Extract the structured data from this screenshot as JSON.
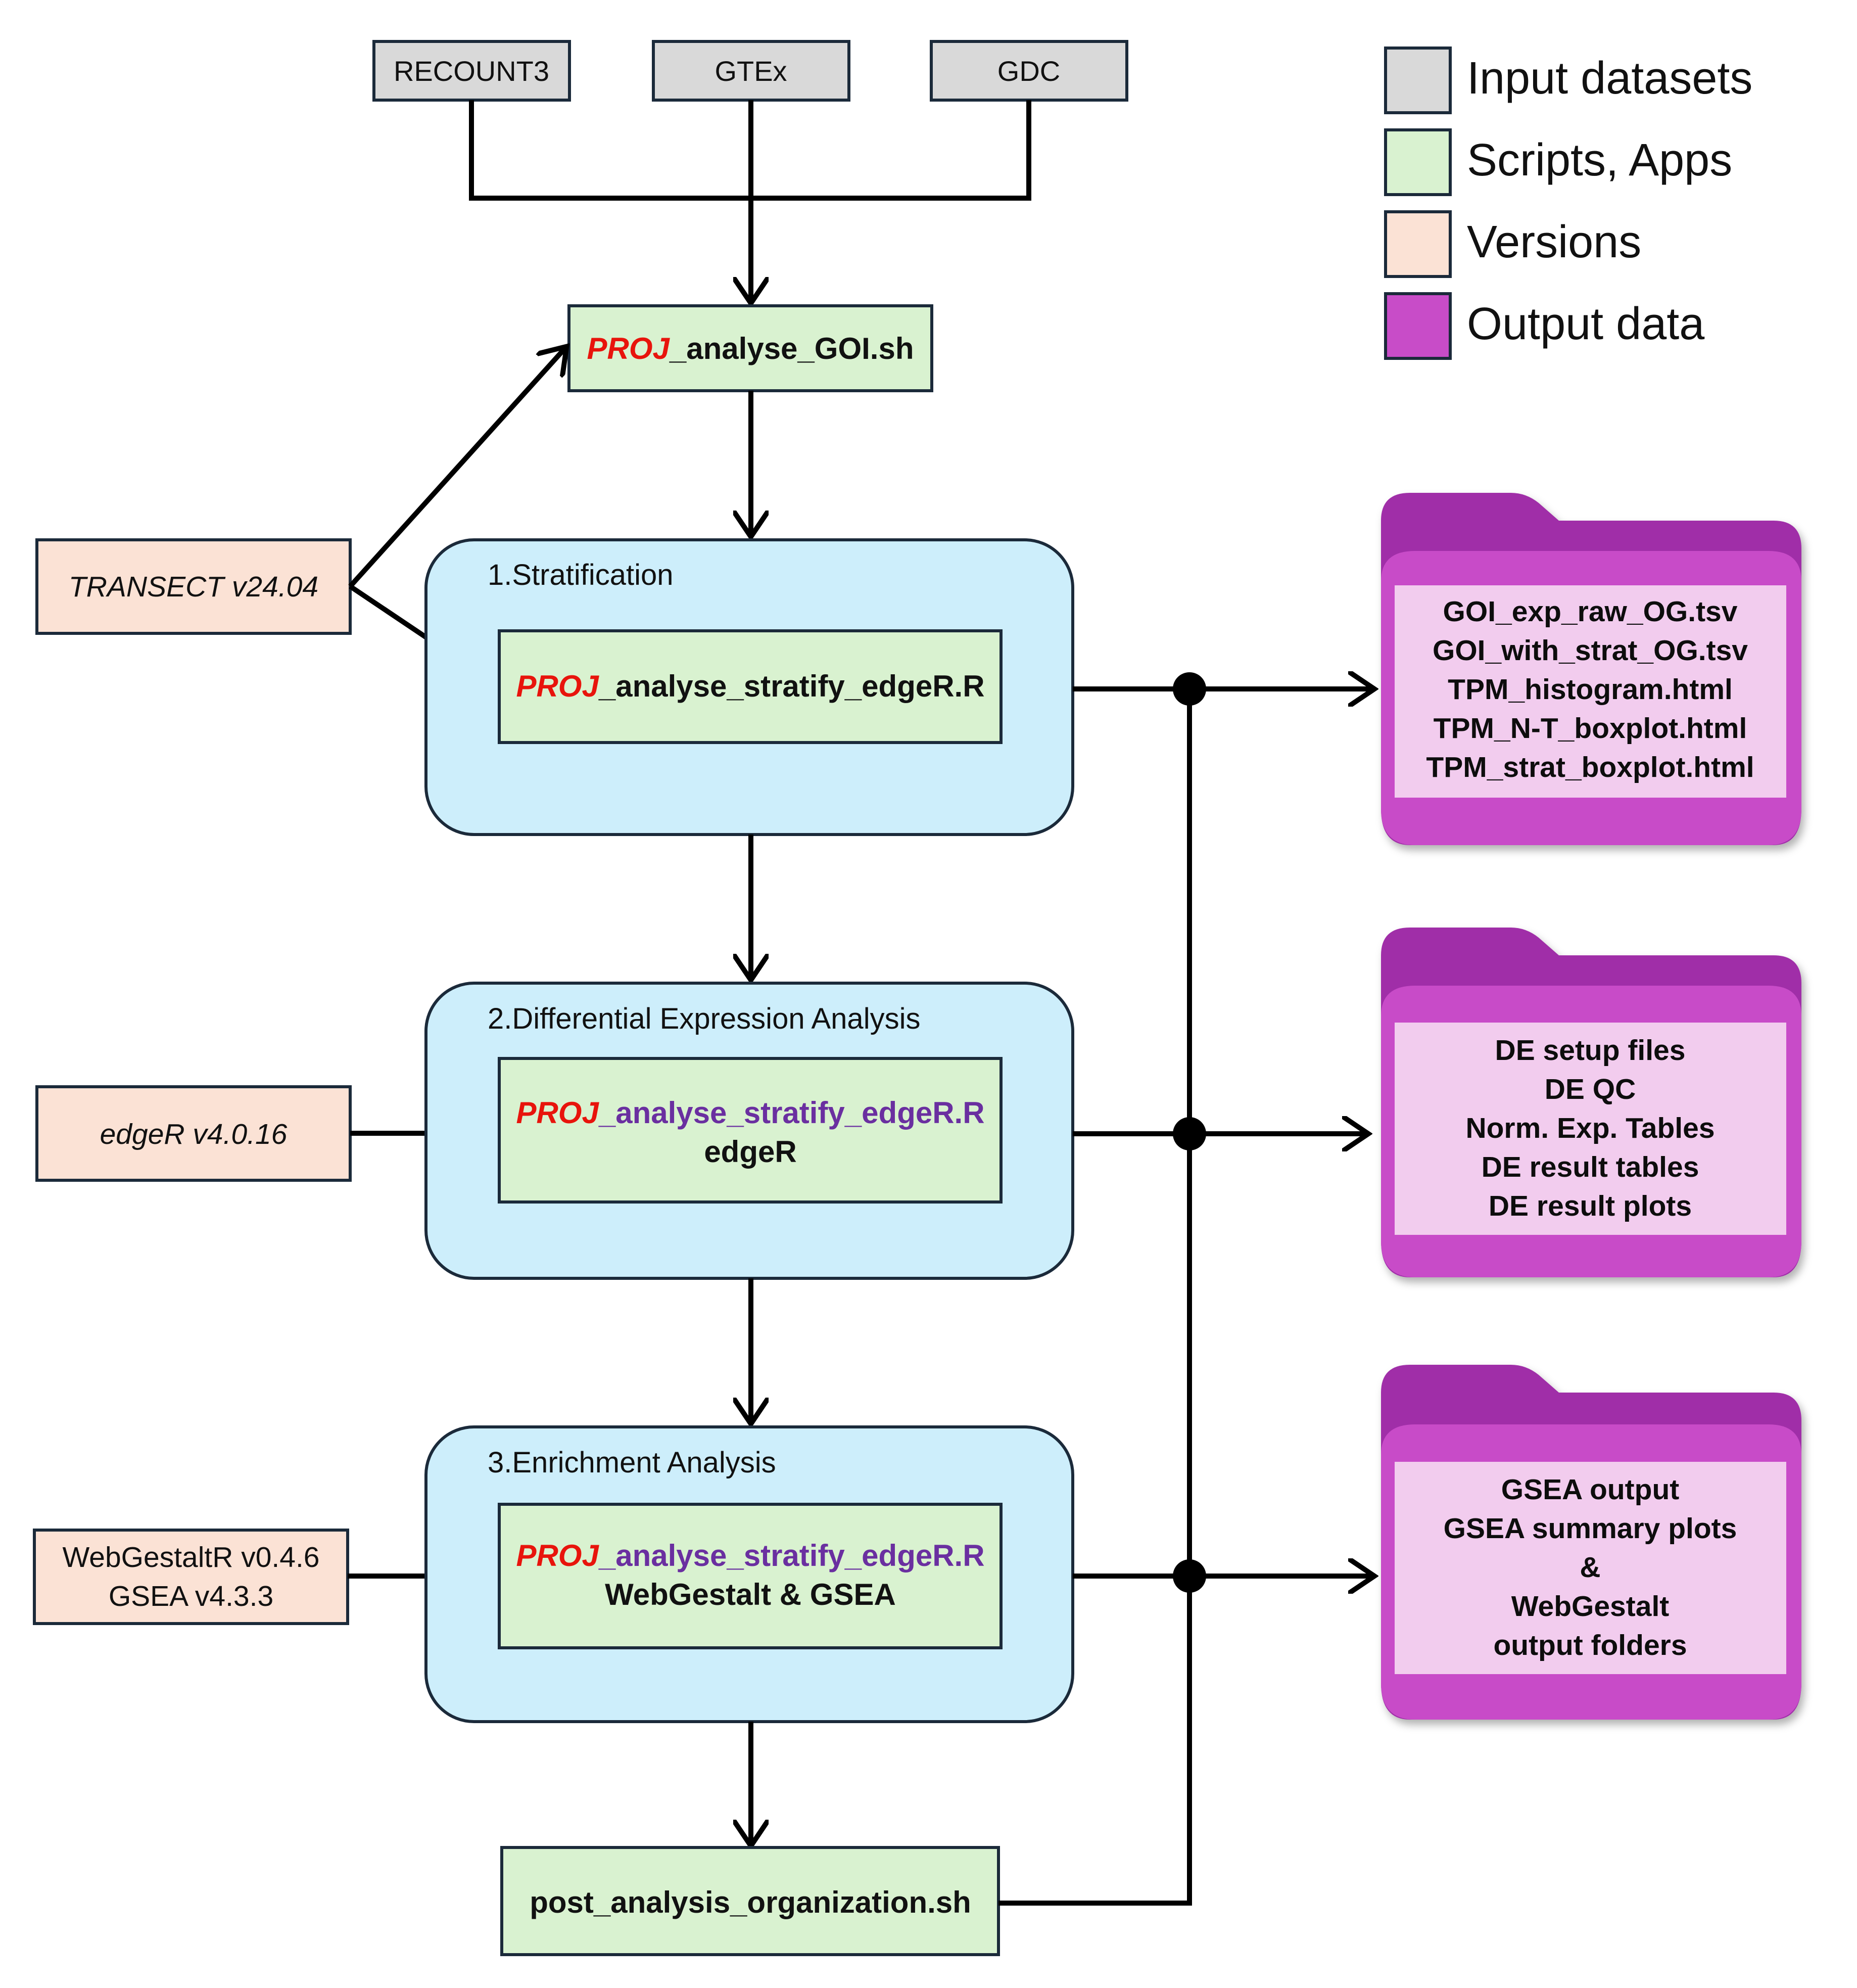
{
  "colors": {
    "input_fill": "#d9d9d9",
    "script_fill": "#d9f2d0",
    "version_fill": "#fbe2d5",
    "output_fill": "#c84cc8",
    "stage_fill": "#cdeefb",
    "proj_red": "#e8140c",
    "purple_text": "#6a2fa0"
  },
  "inputs": {
    "recount3": "RECOUNT3",
    "gtex": "GTEx",
    "gdc": "GDC"
  },
  "legend": {
    "input": "Input datasets",
    "scripts": "Scripts, Apps",
    "versions": "Versions",
    "output": "Output data"
  },
  "scripts": {
    "goi_prefix": "PROJ",
    "goi_suffix": "_analyse_GOI.sh",
    "stratify_prefix": "PROJ",
    "stratify_suffix": "_analyse_stratify_edgeR.R",
    "de_tool": "edgeR",
    "enrich_tool": "WebGestalt & GSEA",
    "post": "post_analysis_organization.sh"
  },
  "stages": {
    "s1": "1.Stratification",
    "s2": "2.Differential Expression Analysis",
    "s3": "3.Enrichment Analysis"
  },
  "versions": {
    "transect": "TRANSECT v24.04",
    "edger": "edgeR v4.0.16",
    "webgestalt": "WebGestaltR v0.4.6",
    "gsea": "GSEA v4.3.3"
  },
  "outputs": {
    "folder1": [
      "GOI_exp_raw_OG.tsv",
      "GOI_with_strat_OG.tsv",
      "TPM_histogram.html",
      "TPM_N-T_boxplot.html",
      "TPM_strat_boxplot.html"
    ],
    "folder2": [
      "DE setup files",
      "DE QC",
      "Norm. Exp. Tables",
      "DE result tables",
      "DE result plots"
    ],
    "folder3": [
      "GSEA output",
      "GSEA summary plots",
      "&",
      "WebGestalt",
      "output folders"
    ]
  }
}
